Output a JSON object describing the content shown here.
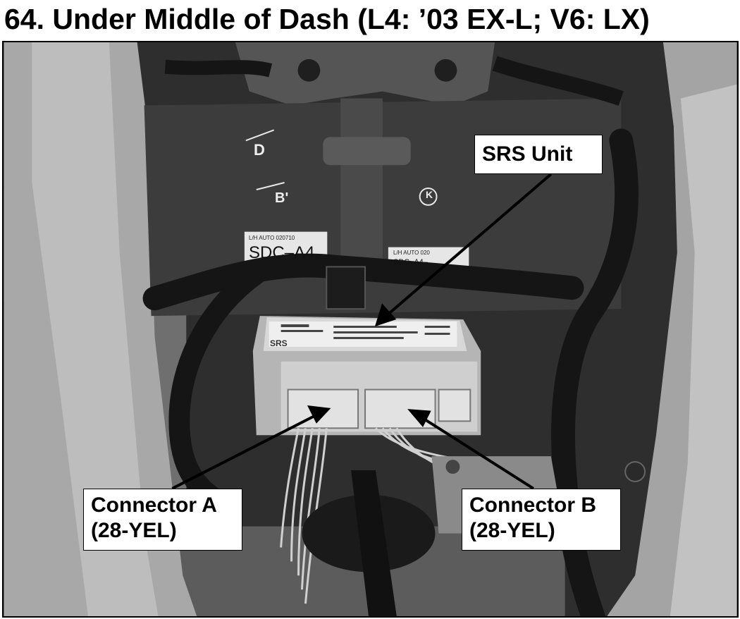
{
  "page": {
    "title": "64. Under Middle of Dash (L4: ’03 EX-L; V6: LX)"
  },
  "callouts": {
    "srs_unit": "SRS Unit",
    "connector_a": {
      "line1": "Connector A",
      "line2": "(28-YEL)"
    },
    "connector_b": {
      "line1": "Connector B",
      "line2": "(28-YEL)"
    }
  },
  "photo_labels": {
    "left_tag_small": "L/H  AUTO   020710",
    "left_tag_main": "SDC–A4",
    "right_tag_small": "L/H  AUTO   020",
    "right_tag_main": "SDC–A4–",
    "mark_d": "D",
    "mark_b": "B'",
    "mark_k": "K",
    "srs_label_side": "SRS"
  }
}
